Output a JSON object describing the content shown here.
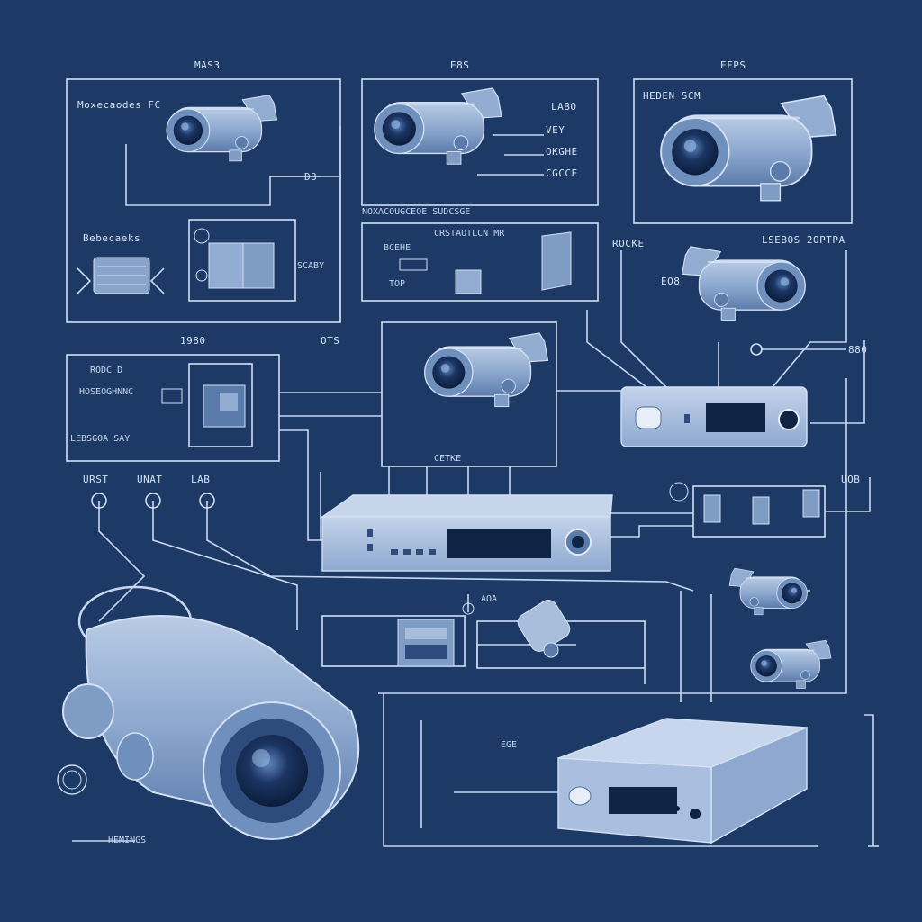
{
  "palette": {
    "background": "#1d3a66",
    "line": "#c9d8ee",
    "device_light": "#a9bedb",
    "device_mid": "#7f9cc4",
    "device_dark": "#4f6f9c",
    "lens": "#0f2344"
  },
  "labels": {
    "top_left": "MAS3",
    "top_mid": "E8S",
    "top_right": "EFPS",
    "panel1_title": "Moxecaodes FC",
    "panel1_tag": "D3",
    "panel1_sub": "Bebecaeks",
    "panel1_module": "SCABY",
    "panel2_a": "LABO",
    "panel2_b": "VEY",
    "panel2_c": "OKGHE",
    "panel2_d": "CGCCE",
    "panel3_title": "HEDEN SCM",
    "panel4_title": "NOXACOUGCEOE SUDCSGE",
    "panel4_a": "BCEHE",
    "panel4_b": "CRSTAOTLCN MR",
    "panel4_c": "TOP",
    "right_a": "ROCKE",
    "right_b": "LSEBOS 2OPTPA",
    "right_c": "EQ8",
    "right_d": "880",
    "mid_left": "1980",
    "mid_right": "OTS",
    "left_a": "RODC D",
    "left_b": "HOSEOGHNNC",
    "left_c": "LEBSGOA SAY",
    "center_cap": "CETKE",
    "port_a": "URST",
    "port_b": "UNAT",
    "port_c": "LAB",
    "port_d": "UOB",
    "mid_small": "AOA",
    "dvr_side": "EGE",
    "bottom_left": "HEMINGS"
  }
}
